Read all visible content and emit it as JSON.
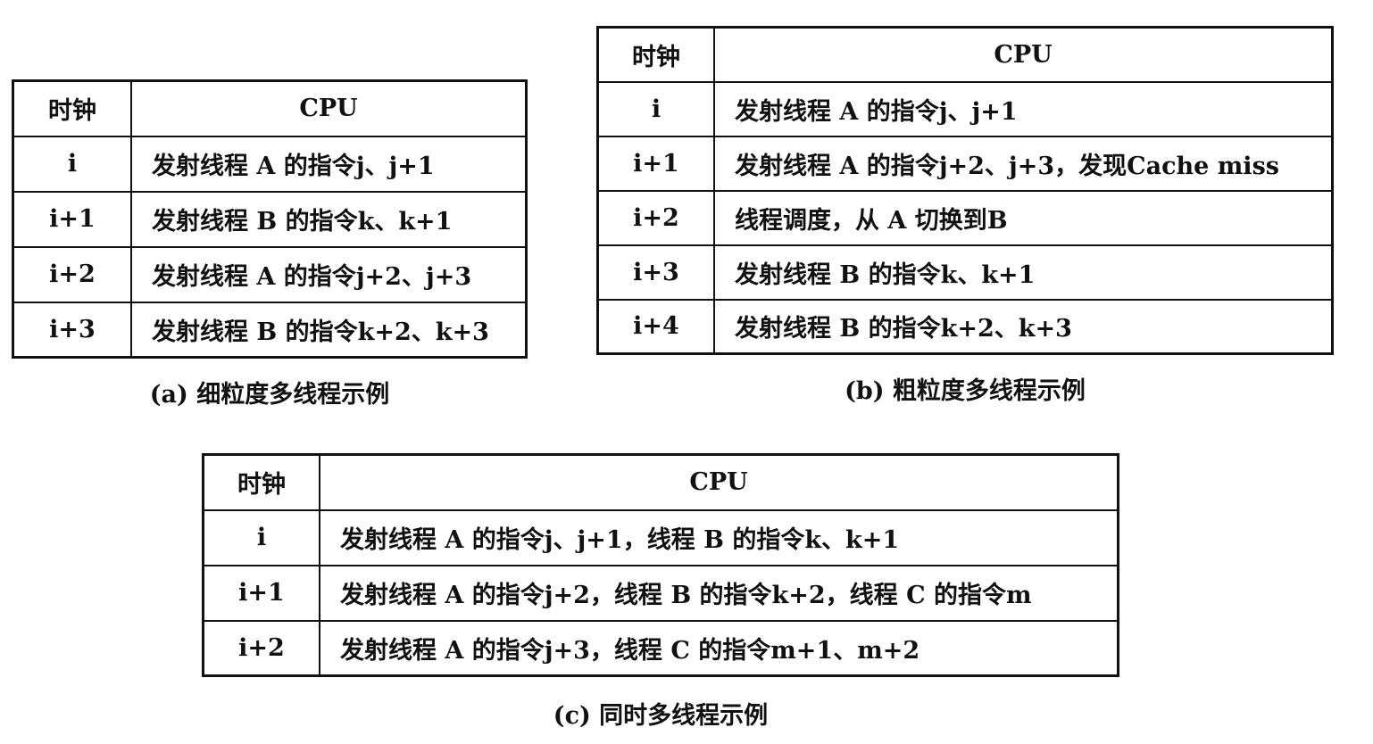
{
  "table_a": {
    "header": {
      "clock": "时钟",
      "cpu": "CPU"
    },
    "rows": [
      {
        "clock": "i",
        "cpu": "发射线程 A 的指令j、j+1"
      },
      {
        "clock": "i+1",
        "cpu": "发射线程 B 的指令k、k+1"
      },
      {
        "clock": "i+2",
        "cpu": "发射线程 A 的指令j+2、j+3"
      },
      {
        "clock": "i+3",
        "cpu": "发射线程 B 的指令k+2、k+3"
      }
    ],
    "caption": "(a) 细粒度多线程示例"
  },
  "table_b": {
    "header": {
      "clock": "时钟",
      "cpu": "CPU"
    },
    "rows": [
      {
        "clock": "i",
        "cpu": "发射线程 A 的指令j、j+1"
      },
      {
        "clock": "i+1",
        "cpu": "发射线程 A 的指令j+2、j+3，发现Cache miss"
      },
      {
        "clock": "i+2",
        "cpu": "线程调度，从 A 切换到B"
      },
      {
        "clock": "i+3",
        "cpu": "发射线程 B 的指令k、k+1"
      },
      {
        "clock": "i+4",
        "cpu": "发射线程 B 的指令k+2、k+3"
      }
    ],
    "caption": "(b) 粗粒度多线程示例"
  },
  "table_c": {
    "header": {
      "clock": "时钟",
      "cpu": "CPU"
    },
    "rows": [
      {
        "clock": "i",
        "cpu": "发射线程 A 的指令j、j+1，线程 B 的指令k、k+1"
      },
      {
        "clock": "i+1",
        "cpu": "发射线程 A 的指令j+2，线程 B 的指令k+2，线程 C 的指令m"
      },
      {
        "clock": "i+2",
        "cpu": "发射线程 A 的指令j+3，线程 C 的指令m+1、m+2"
      }
    ],
    "caption": "(c) 同时多线程示例"
  }
}
